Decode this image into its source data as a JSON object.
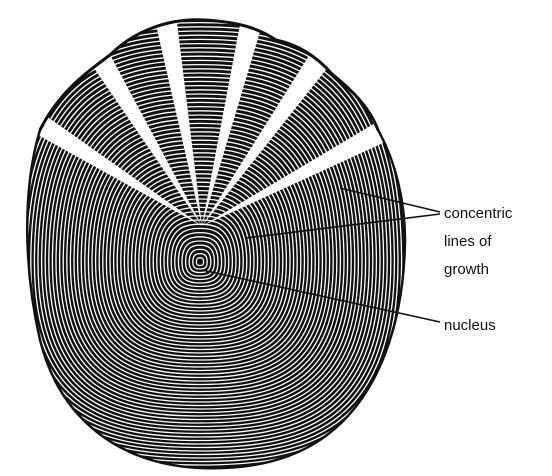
{
  "labels": {
    "growth_line1": "concentric",
    "growth_line2": "lines of",
    "growth_line3": "growth",
    "nucleus": "nucleus"
  },
  "colors": {
    "ink": "#111111",
    "paper": "#ffffff"
  }
}
